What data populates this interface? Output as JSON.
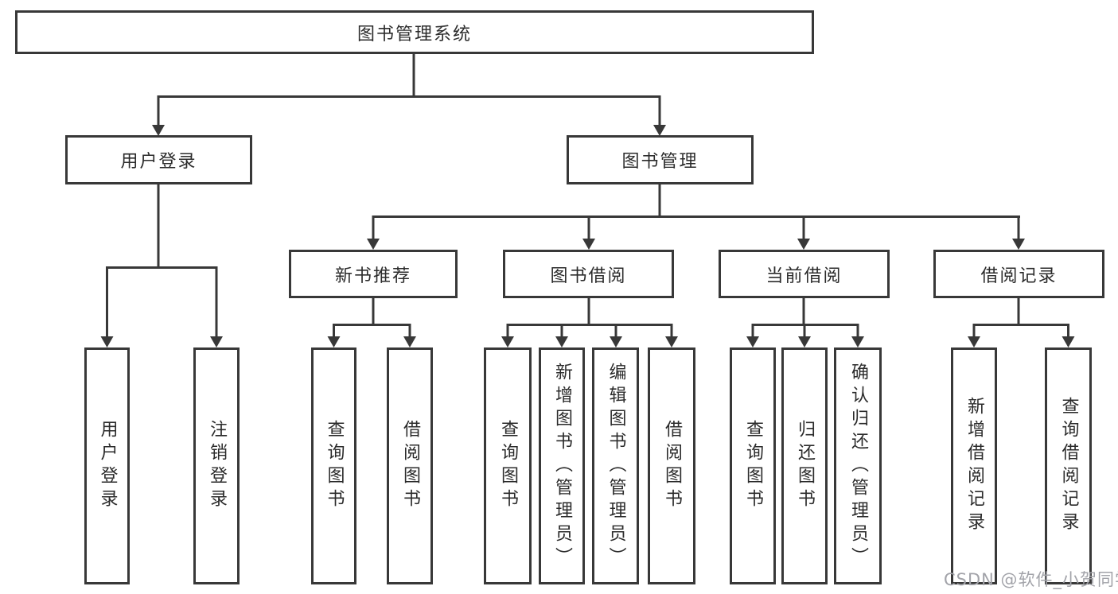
{
  "diagram": {
    "root": {
      "label": "图书管理系统"
    },
    "branches": [
      {
        "label": "用户登录",
        "children": [
          {
            "label": "用户登录"
          },
          {
            "label": "注销登录"
          }
        ]
      },
      {
        "label": "图书管理",
        "children": [
          {
            "label": "新书推荐",
            "children": [
              {
                "label": "查询图书"
              },
              {
                "label": "借阅图书"
              }
            ]
          },
          {
            "label": "图书借阅",
            "children": [
              {
                "label": "查询图书"
              },
              {
                "label": "新增图书（管理员）"
              },
              {
                "label": "编辑图书（管理员）"
              },
              {
                "label": "借阅图书"
              }
            ]
          },
          {
            "label": "当前借阅",
            "children": [
              {
                "label": "查询图书"
              },
              {
                "label": "归还图书"
              },
              {
                "label": "确认归还（管理员）"
              }
            ]
          },
          {
            "label": "借阅记录",
            "children": [
              {
                "label": "新增借阅记录"
              },
              {
                "label": "查询借阅记录"
              }
            ]
          }
        ]
      }
    ]
  },
  "watermark": {
    "text": "CSDN @软件_小贺同学"
  },
  "colors": {
    "line": "#383838",
    "box_border": "#383838",
    "text": "#2b2b2b",
    "watermark": "#a2a3a9",
    "background": "#ffffff"
  }
}
